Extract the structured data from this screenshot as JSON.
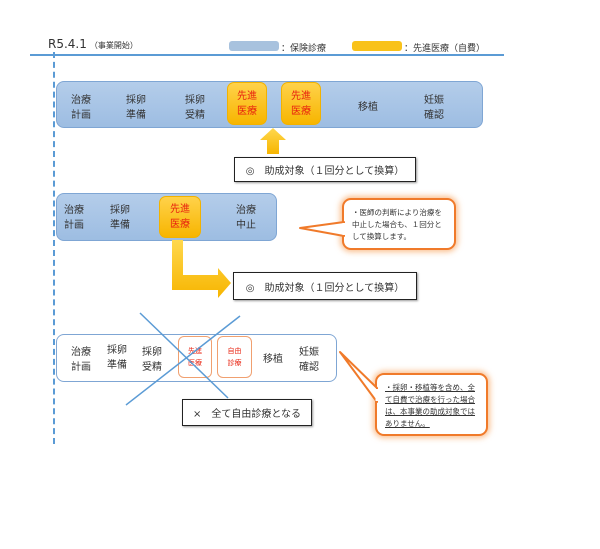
{
  "header": {
    "title": "R5.4.1",
    "subtitle": "（事業開始）"
  },
  "legend": [
    {
      "label": "：保険診療",
      "color": "#a8c2de"
    },
    {
      "label": "：先進医療（自費）",
      "color": "#f9c21a"
    }
  ],
  "case1": {
    "steps": [
      {
        "line1": "治療",
        "line2": "計画"
      },
      {
        "line1": "採卵",
        "line2": "準備"
      },
      {
        "line1": "採卵",
        "line2": "受精"
      },
      {
        "line1": "先進",
        "line2": "医療",
        "type": "advanced"
      },
      {
        "line1": "先進",
        "line2": "医療",
        "type": "advanced"
      },
      {
        "line1": "移植",
        "line2": ""
      },
      {
        "line1": "妊娠",
        "line2": "確認"
      }
    ],
    "result": "◎　助成対象（１回分として換算）"
  },
  "case2": {
    "steps": [
      {
        "line1": "治療",
        "line2": "計画"
      },
      {
        "line1": "採卵",
        "line2": "準備"
      },
      {
        "line1": "先進",
        "line2": "医療",
        "type": "advanced"
      },
      {
        "line1": "治療",
        "line2": "中止"
      }
    ],
    "note": "・医師の判断により治療を中止した場合も、１回分として換算します。",
    "result": "◎　助成対象（１回分として換算）"
  },
  "case3": {
    "steps": [
      {
        "line1": "治療",
        "line2": "計画"
      },
      {
        "line1": "採卵",
        "line2": "準備"
      },
      {
        "line1": "採卵",
        "line2": "受精"
      },
      {
        "line1": "先進",
        "line2": "医療",
        "type": "outline"
      },
      {
        "line1": "自由",
        "line2": "診療",
        "type": "outline"
      },
      {
        "line1": "移植",
        "line2": ""
      },
      {
        "line1": "妊娠",
        "line2": "確認"
      }
    ],
    "note": "・採卵・移植等を含め、全て自費で治療を行った場合は、本事業の助成対象ではありません。",
    "result": "×　全て自由診療となる"
  },
  "colors": {
    "accent_line": "#5b9bd5",
    "insurance": "#a8c2de",
    "advanced": "#f9c21a",
    "advanced_text": "#e8220f",
    "callout_border": "#f07a2a"
  }
}
